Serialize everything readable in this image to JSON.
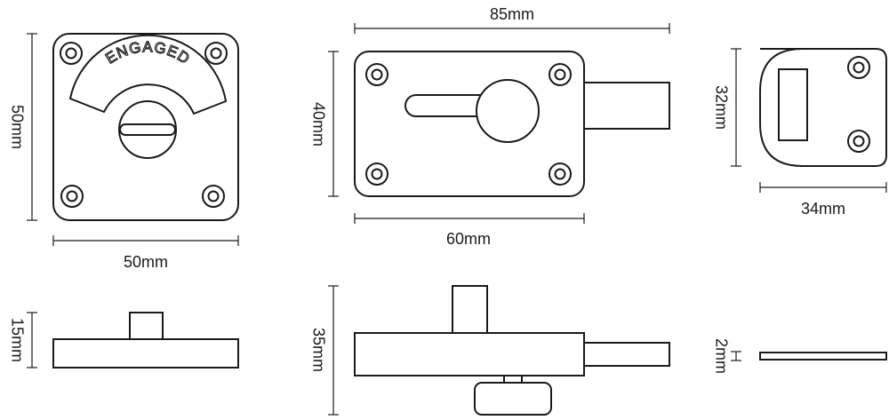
{
  "indicator_plate": {
    "engraving": "ENGAGED",
    "width_label": "50mm",
    "height_label": "50mm",
    "side_thickness_label": "15mm"
  },
  "bolt_body": {
    "overall_width_label": "85mm",
    "body_width_label": "60mm",
    "height_label": "40mm",
    "side_depth_label": "35mm"
  },
  "keep": {
    "width_label": "34mm",
    "height_label": "32mm",
    "side_thickness_label": "2mm"
  }
}
